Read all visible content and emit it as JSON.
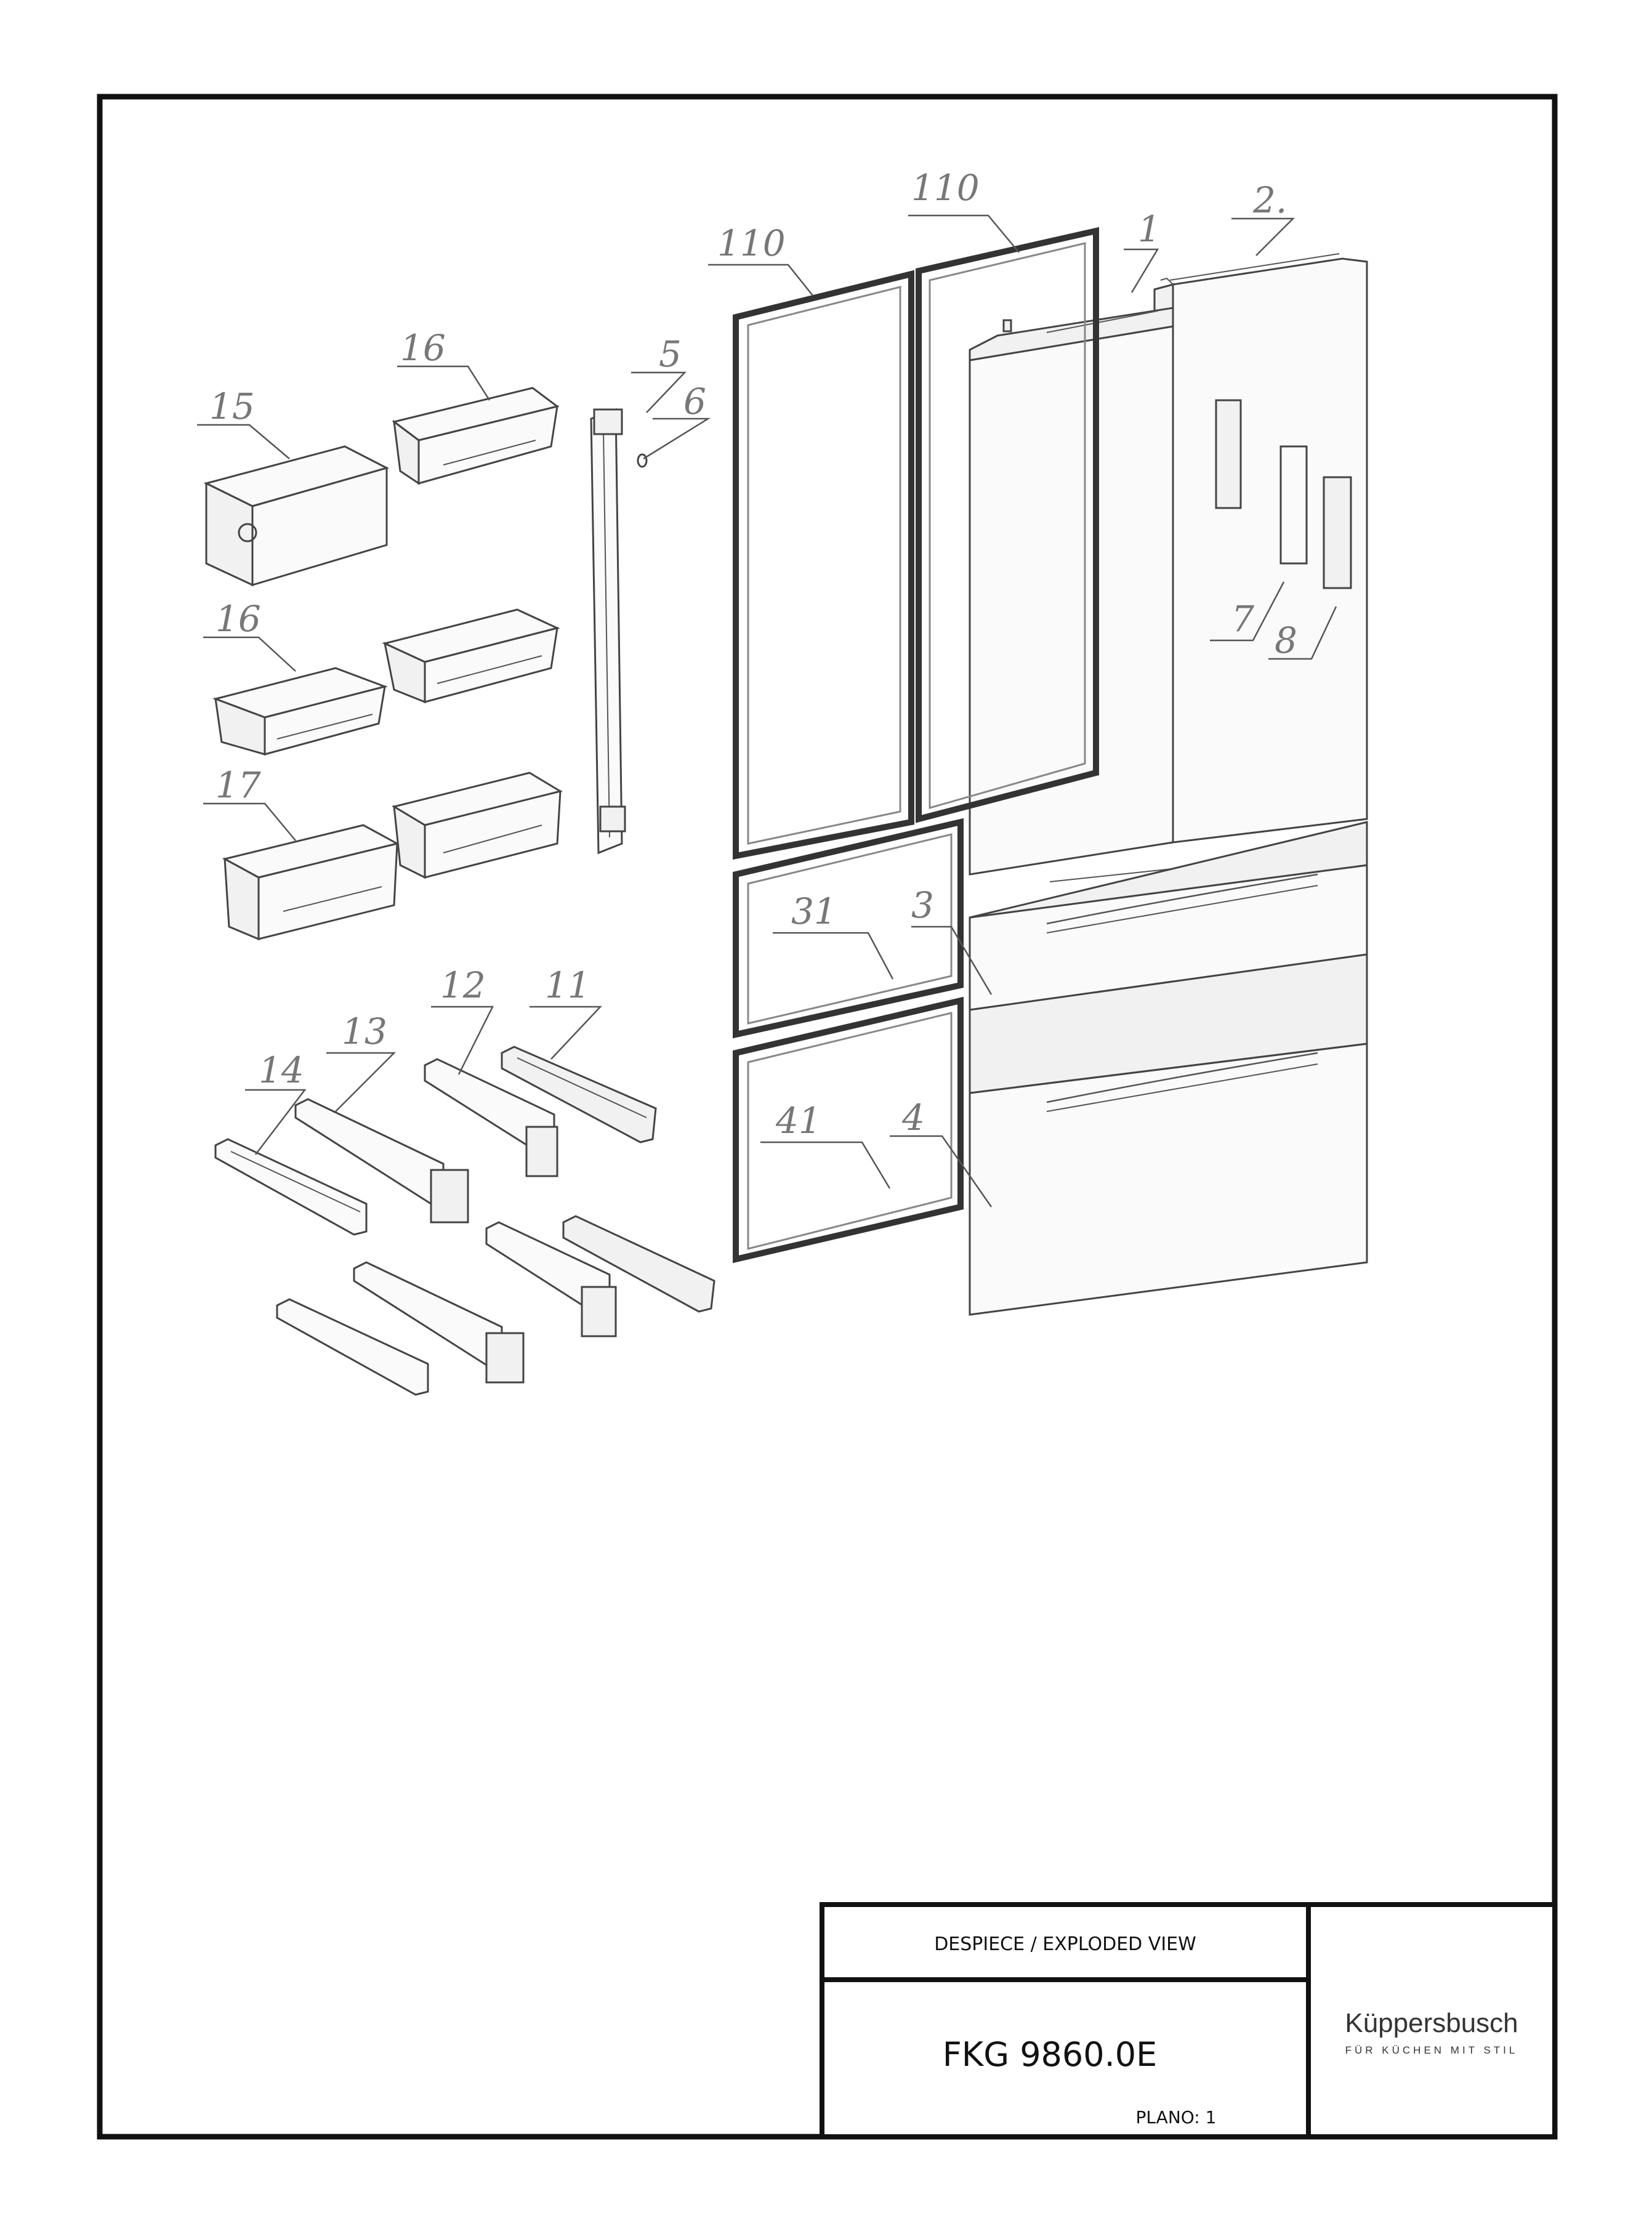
{
  "title_block": {
    "heading": "DESPIECE / EXPLODED VIEW",
    "model": "FKG 9860.0E",
    "sheet_label": "PLANO: 1",
    "brand_name": "Küppersbusch",
    "brand_tagline": "FÜR KÜCHEN MIT STIL"
  },
  "callouts": {
    "c110a": "110",
    "c110b": "110",
    "c1": "1",
    "c2": "2.",
    "c5": "5",
    "c6": "6",
    "c7": "7",
    "c8": "8",
    "c15": "15",
    "c16a": "16",
    "c16b": "16",
    "c17": "17",
    "c31": "31",
    "c3": "3",
    "c41": "41",
    "c4": "4",
    "c11": "11",
    "c12": "12",
    "c13": "13",
    "c14": "14"
  },
  "colors": {
    "frame": "#111111",
    "line_art": "#444444",
    "callout_text": "#777777"
  }
}
